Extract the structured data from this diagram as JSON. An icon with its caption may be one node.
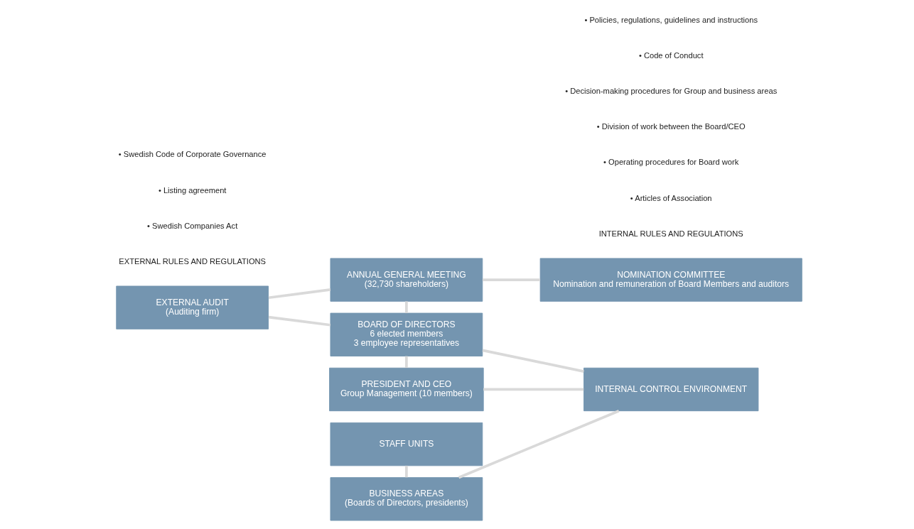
{
  "diagram": {
    "nodes": [
      {
        "text": [
          "EXTERNAL AUDIT",
          "(Auditing firm)"
        ]
      },
      {
        "text": [
          "ANNUAL GENERAL MEETING",
          "(32,730 shareholders)"
        ]
      },
      {
        "text": [
          "NOMINATION COMMITTEE",
          "Nomination and remuneration of Board Members and auditors"
        ]
      },
      {
        "text": [
          "BOARD OF DIRECTORS",
          "6 elected members",
          "3 employee representatives"
        ]
      },
      {
        "text": [
          "PRESIDENT AND CEO",
          "Group Management (10 members)"
        ]
      },
      {
        "text": [
          "STAFF UNITS"
        ]
      },
      {
        "text": [
          "BUSINESS AREAS",
          "(Boards of Directors, presidents)"
        ]
      },
      {
        "text": [
          "INTERNAL CONTROL ENVIRONMENT"
        ]
      }
    ],
    "edges": [
      {
        "from": 0,
        "to": 1,
        "arrow": "none"
      },
      {
        "from": 0,
        "to": 3,
        "arrow": "none"
      },
      {
        "from": 1,
        "to": 2,
        "arrow": "none"
      },
      {
        "from": 1,
        "to": 3,
        "arrow": "none"
      },
      {
        "from": 3,
        "to": 4,
        "arrow": "none"
      },
      {
        "from": 5,
        "to": 6,
        "arrow": "none"
      },
      {
        "from": 3,
        "to": 7,
        "arrow": "none"
      },
      {
        "from": 4,
        "to": 7,
        "arrow": "none"
      },
      {
        "from": 6,
        "to": 7,
        "arrow": "none"
      }
    ],
    "labels": [
      "EXTERNAL RULES AND REGULATIONS",
      "• Swedish Companies Act",
      "• Listing agreement",
      "• Swedish Code of Corporate Governance",
      "INTERNAL RULES AND REGULATIONS",
      "• Articles of Association",
      "• Operating procedures for Board work",
      "• Division of work between the Board/CEO",
      "• Decision-making procedures for Group and business areas",
      "• Code of Conduct",
      "• Policies, regulations, guidelines and instructions"
    ]
  }
}
